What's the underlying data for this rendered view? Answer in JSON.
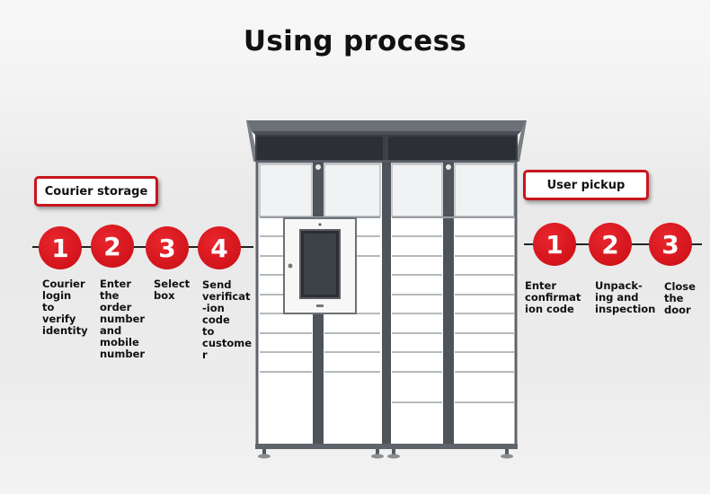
{
  "title": "Using process",
  "left_section": {
    "label": "Courier storage",
    "steps": [
      {
        "number": "1",
        "text": "Courier\nlogin\nto\nverify\nidentity"
      },
      {
        "number": "2",
        "text": "Enter\nthe\norder\nnumber\nand\nmobile\nnumber"
      },
      {
        "number": "3",
        "text": "Select\nbox"
      },
      {
        "number": "4",
        "text": "Send\nverificat\n-ion\ncode\nto\ncustome\nr"
      }
    ]
  },
  "right_section": {
    "label": "User pickup",
    "steps": [
      {
        "number": "1",
        "text": "Enter\nconfirmat\nion code"
      },
      {
        "number": "2",
        "text": "Unpack-\ning and\ninspection"
      },
      {
        "number": "3",
        "text": "Close\nthe\ndoor"
      }
    ]
  },
  "colors": {
    "accent_red": "#d3141b",
    "locker_frame": "#5f646b",
    "locker_door": "#ffffff"
  },
  "icons": [
    "parcel-locker-illustration",
    "touch-screen-icon"
  ]
}
